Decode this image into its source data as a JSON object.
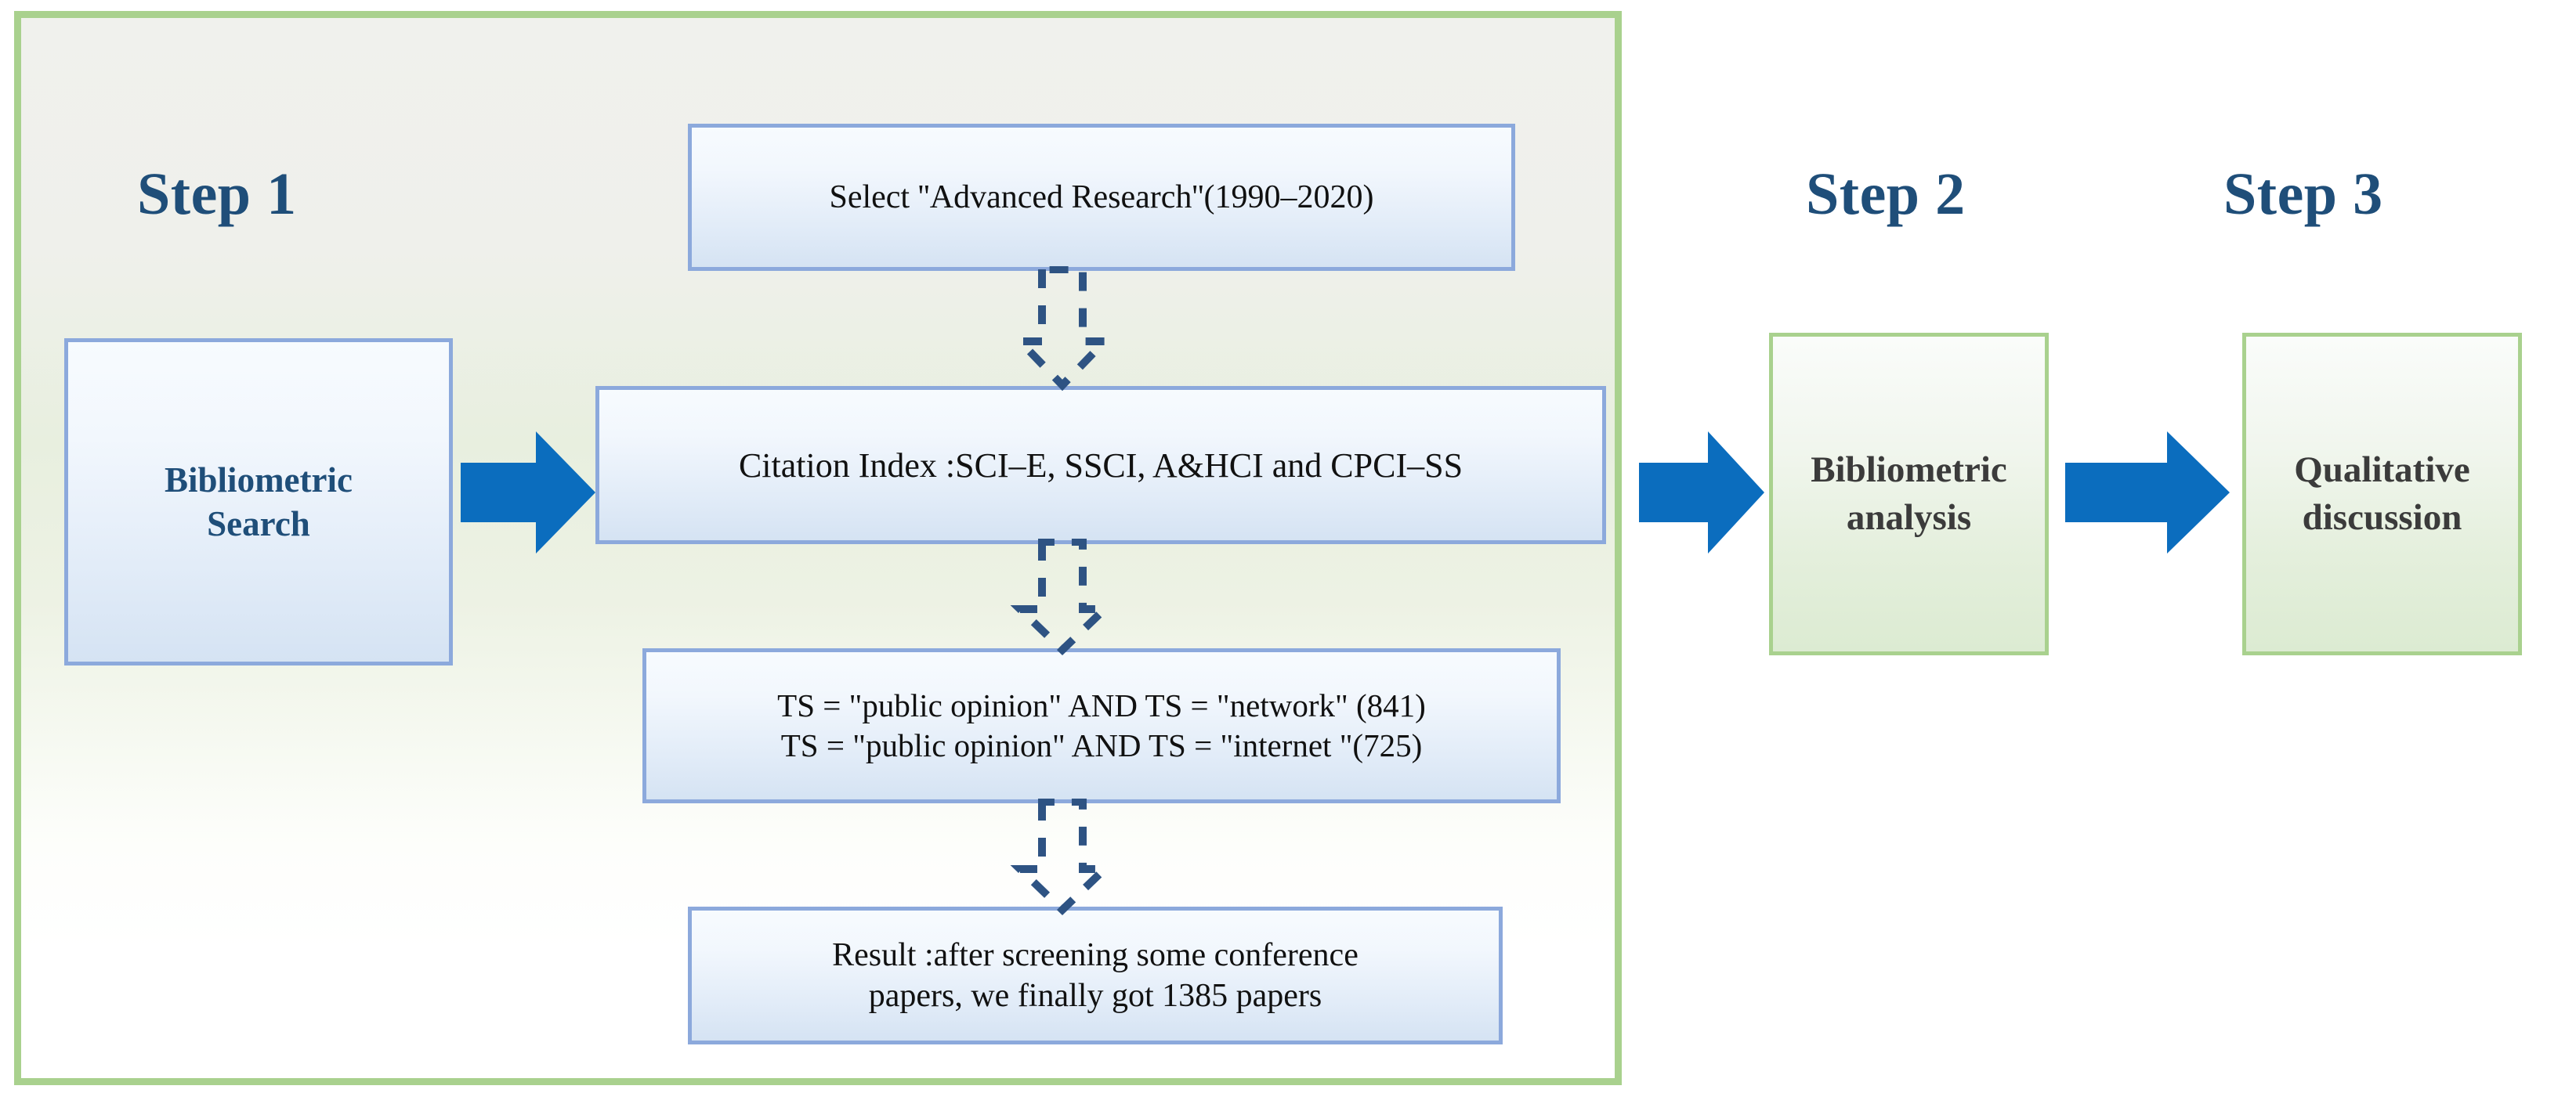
{
  "diagram": {
    "steps": [
      {
        "id": "step1",
        "label": "Step 1"
      },
      {
        "id": "step2",
        "label": "Step 2"
      },
      {
        "id": "step3",
        "label": "Step 3"
      }
    ],
    "boxes": {
      "bibliometric_search": "Bibliometric\nSearch",
      "select_advanced_research": "Select ''Advanced Research''(1990–2020)",
      "citation_index": "Citation Index :SCI–E, SSCI, A&HCI and CPCI–SS",
      "search_queries": "TS = \"public opinion\" AND TS = \"network\" (841)\nTS = \"public opinion\" AND TS = \"internet \"(725)",
      "result": "Result :after screening some conference\npapers, we finally got 1385 papers",
      "bibliometric_analysis": "Bibliometric\nanalysis",
      "qualitative_discussion": "Qualitative\ndiscussion"
    },
    "connectors": {
      "solid_arrow_1": "arrow-right-icon",
      "solid_arrow_2": "arrow-right-icon",
      "solid_arrow_3": "arrow-right-icon",
      "dashed_arrow_1": "dashed-arrow-down-icon",
      "dashed_arrow_2": "dashed-arrow-down-icon",
      "dashed_arrow_3": "dashed-arrow-down-icon"
    },
    "colors": {
      "step_title": "#1F4E79",
      "solid_arrow": "#0B6DBE",
      "dashed_arrow": "#2E5383",
      "blue_box_border": "#8CA9DC",
      "green_box_border": "#A9D18E",
      "container_border": "#A9D18E",
      "box_text": "#111111"
    }
  }
}
